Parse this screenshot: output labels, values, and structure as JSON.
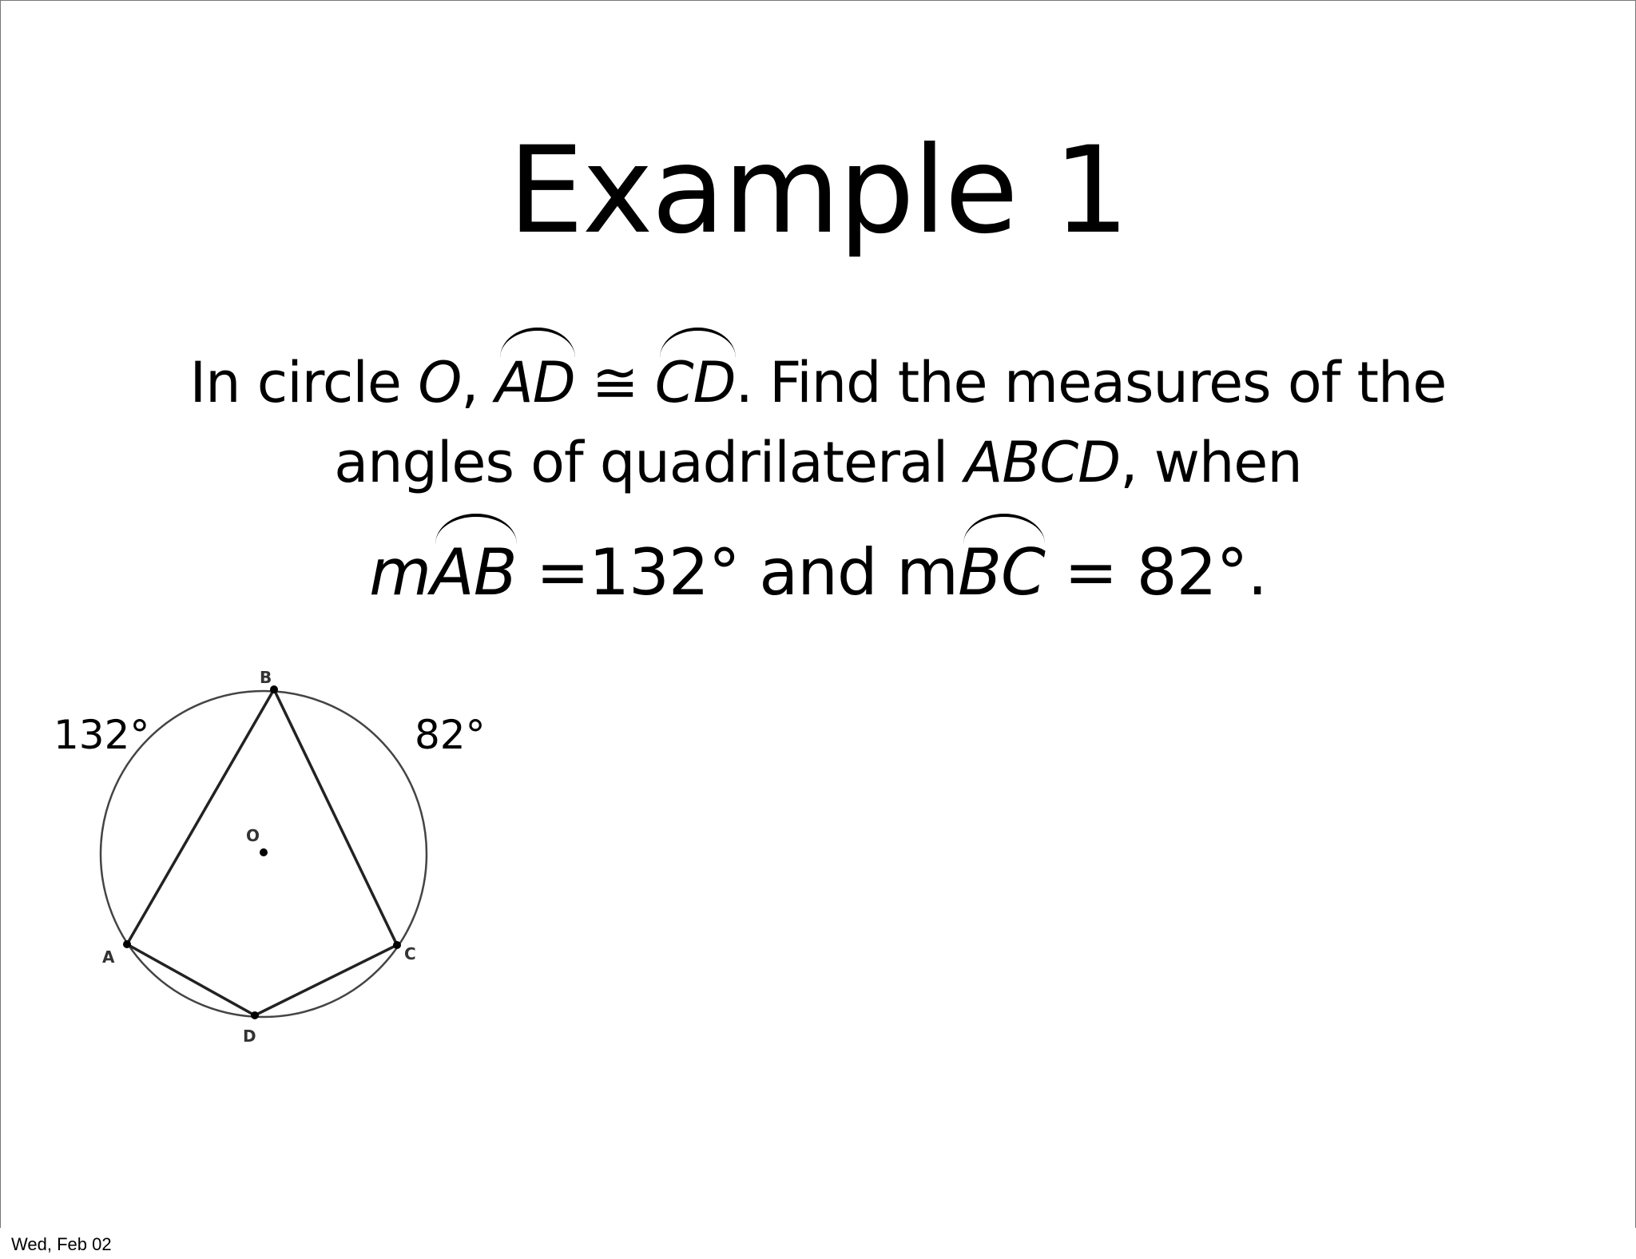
{
  "slide": {
    "title": "Example 1"
  },
  "problem": {
    "line1_prefix": "In circle ",
    "line1_circle": "O",
    "line1_comma": ", ",
    "arc1": "AD",
    "congruent_symbol": "≅",
    "arc2": "CD",
    "line1_suffix": ". Find the measures of the",
    "line2_prefix": "angles of quadrilateral ",
    "line2_quad": "ABCD",
    "line2_suffix": ", when",
    "line3_m1": "m",
    "line3_arc1": "AB",
    "line3_eq1": " =132° and m",
    "line3_arc2": "BC",
    "line3_eq2": " = 82°."
  },
  "figure": {
    "label_arc_ab": "132°",
    "label_arc_bc": "82°",
    "point_b": "B",
    "point_o": "O",
    "point_a": "A",
    "point_c": "C",
    "point_d": "D"
  },
  "footer": {
    "date": "Wed, Feb 02"
  }
}
